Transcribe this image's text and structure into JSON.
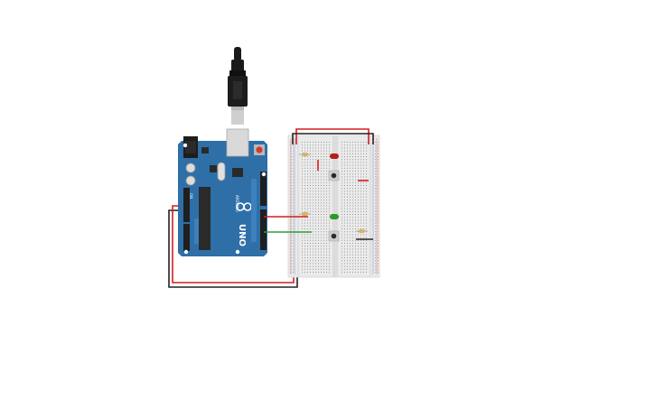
{
  "board": {
    "model_label": "UNO",
    "brand_label": "ARDUINO",
    "on_label": "ON",
    "colors": {
      "board": "#2e6fa8",
      "board_dark": "#1f5584",
      "chip": "#2a2a2a",
      "cable": "#1a1a1a",
      "usb_metal": "#cfcfcf",
      "breadboard": "#eaeaea",
      "breadboard_stripe": "#dcdcdc",
      "wire_red": "#d21f1f",
      "wire_black": "#222222",
      "wire_green": "#2f9e3a",
      "led_red": "#b3201a",
      "led_green": "#2b9a2b",
      "resistor": "#d8b36a",
      "reset_button": "#d13b2b"
    }
  },
  "components": {
    "leds": [
      "red",
      "green"
    ],
    "pushbuttons": 2,
    "resistors": 3
  }
}
